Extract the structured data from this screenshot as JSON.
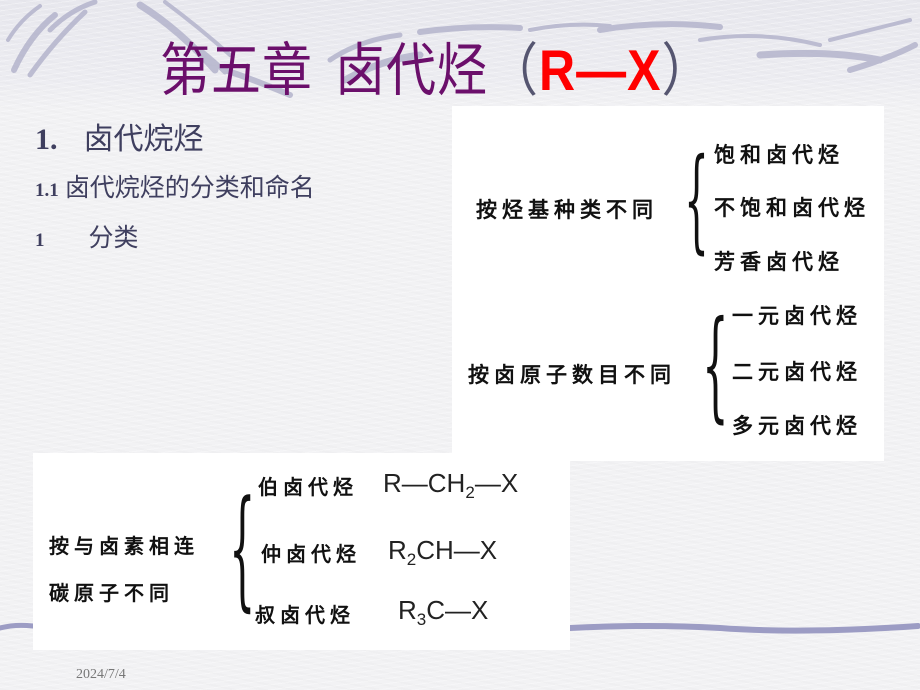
{
  "slide": {
    "title": {
      "chapter": "第五章",
      "topic": "卤代烃",
      "paren_open": "（",
      "formula": "R—X",
      "paren_close": "）"
    },
    "outline": [
      {
        "num": "1.",
        "text": "卤代烷烃"
      },
      {
        "num": "1.1",
        "text": "卤代烷烃的分类和命名"
      },
      {
        "num": "1",
        "text": "分类"
      }
    ],
    "classification_by_hydrocarbon": {
      "label": "按烃基种类不同",
      "items": [
        "饱和卤代烃",
        "不饱和卤代烃",
        "芳香卤代烃"
      ]
    },
    "classification_by_halogen_count": {
      "label": "按卤原子数目不同",
      "items": [
        "一元卤代烃",
        "二元卤代烃",
        "多元卤代烃"
      ]
    },
    "classification_by_carbon": {
      "label_line1": "按与卤素相连",
      "label_line2": "碳原子不同",
      "items": [
        {
          "name": "伯卤代烃",
          "formula_pre": "R—CH",
          "formula_sub": "2",
          "formula_post": "—X"
        },
        {
          "name": "仲卤代烃",
          "formula_pre": "R",
          "formula_sub": "2",
          "formula_post": "CH—X"
        },
        {
          "name": "叔卤代烃",
          "formula_pre": "R",
          "formula_sub": "3",
          "formula_post": "C—X"
        }
      ]
    },
    "date": "2024/7/4",
    "colors": {
      "title": "#6b0f6b",
      "formula_accent": "#ff0000",
      "outline_text": "#3f3f5f",
      "background": "#f2f2f4",
      "swoosh": "#b0b0cc"
    }
  }
}
